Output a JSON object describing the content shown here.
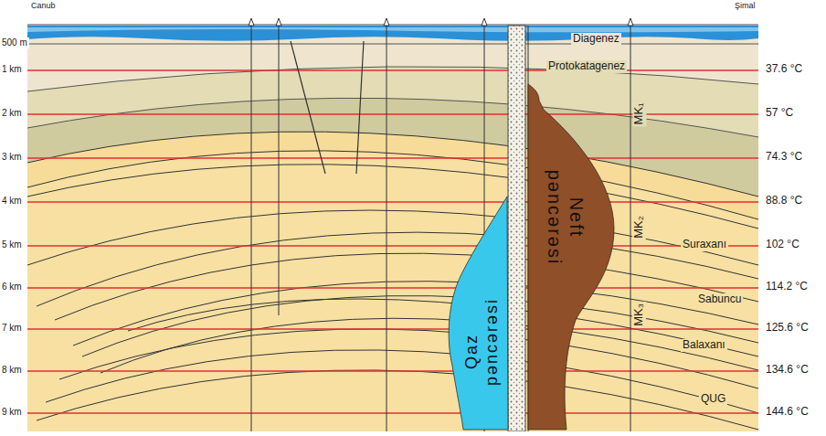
{
  "diagram": {
    "nodes": [
      {
        "text": [
          "Qaz pəncərəsi"
        ]
      },
      {
        "text": [
          "Neft pəncərəsi"
        ]
      }
    ],
    "labels": [
      "Canub",
      "Şimal",
      "500 m",
      "1 km",
      "2 km",
      "3 km",
      "4 km",
      "5 km",
      "6 km",
      "7 km",
      "8 km",
      "9 km",
      "37.6 °C",
      "57 °C",
      "74.3 °C",
      "88.8 °C",
      "102 °C",
      "114.2 °C",
      "125.6 °C",
      "134.6 °C",
      "144.6 °C",
      "Diagenez",
      "Protokatagenez",
      "MK₁",
      "MK₂",
      "MK₃",
      "Suraxanı",
      "Sabuncu",
      "Balaxanı",
      "QUG"
    ]
  }
}
